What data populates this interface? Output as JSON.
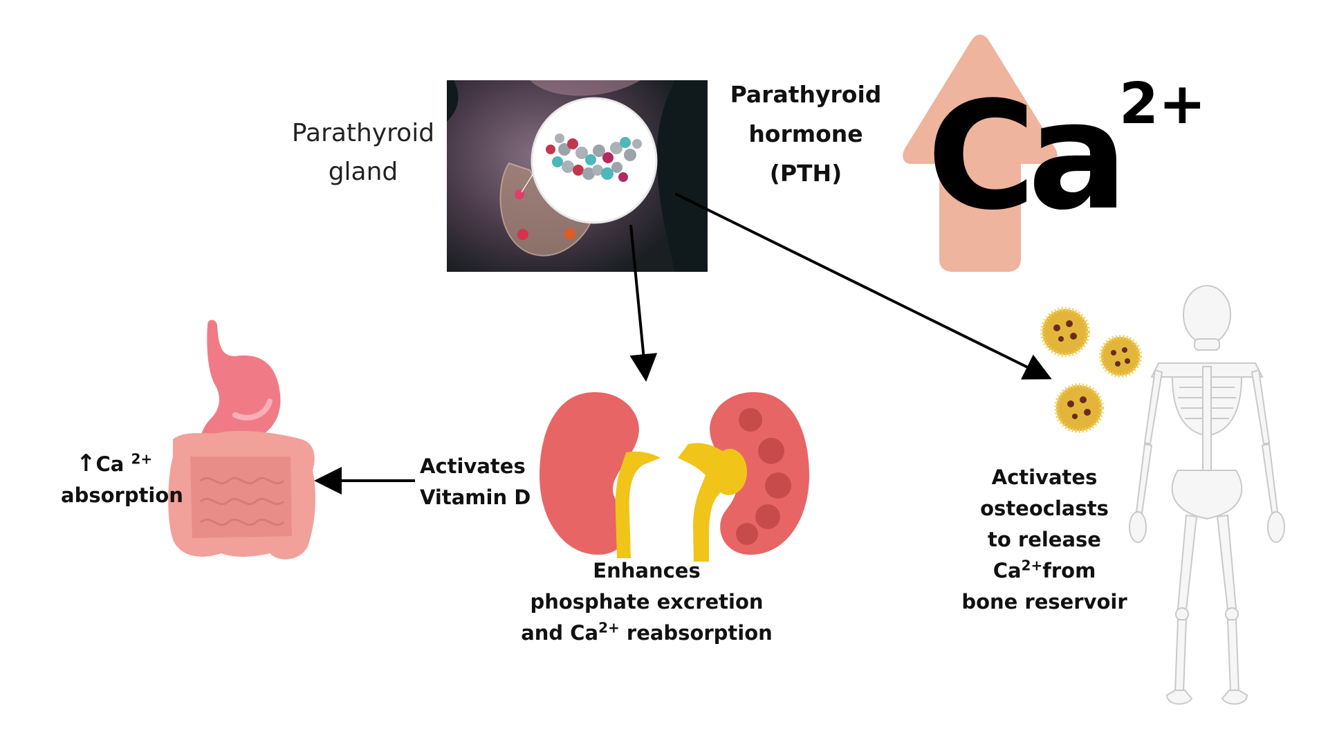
{
  "gland": {
    "line1": "Parathyroid",
    "line2": "gland"
  },
  "hormone": {
    "line1": "Parathyroid",
    "line2": "hormone",
    "line3": "(PTH)"
  },
  "calcium_big": {
    "symbol": "Ca",
    "charge": "2+"
  },
  "intestine_effect": {
    "arrow": "↑",
    "ca": "Ca",
    "charge": "2+",
    "line2": "absorption"
  },
  "vitamin_d": {
    "line1": "Activates",
    "line2": "Vitamin D"
  },
  "kidney_effect": {
    "line1": "Enhances",
    "line2": "phosphate excretion",
    "line3_pre": "and Ca",
    "charge": "2+",
    "line3_post": " reabsorption"
  },
  "bone_effect": {
    "line1": "Activates",
    "line2": "osteoclasts",
    "line3_pre": "to release Ca",
    "charge": "2+",
    "line3_post": "from",
    "line4": "bone reservoir"
  },
  "colors": {
    "up_arrow": "#EEB49E",
    "kidney": "#E86565",
    "ureter": "#F0C419",
    "stomach": "#F07B86",
    "intestine": "#F2A09A",
    "osteoclast": "#E3B63B"
  }
}
